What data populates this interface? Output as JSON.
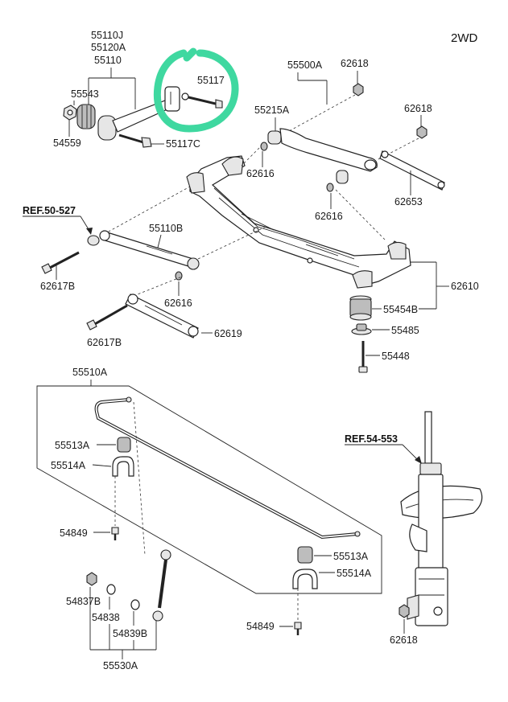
{
  "header": {
    "variant": "2WD"
  },
  "references": {
    "ref_50_527": "REF.50-527",
    "ref_54_553": "REF.54-553"
  },
  "parts": {
    "p55110J": "55110J",
    "p55120A": "55120A",
    "p55110": "55110",
    "p55543": "55543",
    "p54559": "54559",
    "p55117": "55117",
    "p55117C": "55117C",
    "p55500A": "55500A",
    "p62618_top": "62618",
    "p55215A": "55215A",
    "p62618_right": "62618",
    "p62616_a": "62616",
    "p62616_b": "62616",
    "p62653": "62653",
    "p55110B": "55110B",
    "p62617B_a": "62617B",
    "p62616_c": "62616",
    "p62610": "62610",
    "p55454B": "55454B",
    "p55485": "55485",
    "p55448": "55448",
    "p62617B_b": "62617B",
    "p62619": "62619",
    "p55510A": "55510A",
    "p55513A_left": "55513A",
    "p55514A_left": "55514A",
    "p54849_left": "54849",
    "p55513A_right": "55513A",
    "p55514A_right": "55514A",
    "p54849_right": "54849",
    "p54837B": "54837B",
    "p54838": "54838",
    "p54839B": "54839B",
    "p55530A": "55530A",
    "p62618_strut": "62618"
  },
  "colors": {
    "highlight": "#3fd8a0",
    "line": "#222222"
  }
}
